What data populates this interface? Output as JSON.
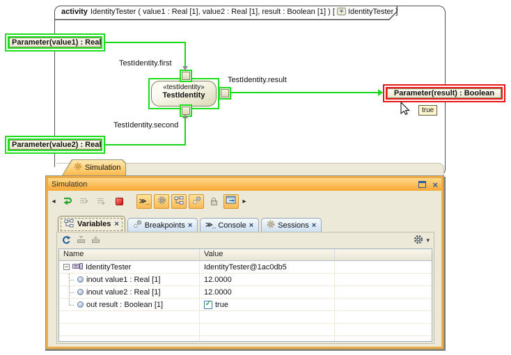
{
  "glyphs": {
    "close": "×",
    "collapse_left": "◂",
    "expand_right": "▸",
    "console": "≫_",
    "minus": "−",
    "check": "✓",
    "dropdown": "▾"
  },
  "diagram": {
    "title_keyword": "activity",
    "title_signature": "IdentityTester ( value1 : Real [1], value2 : Real [1], result : Boolean [1] ) [",
    "title_diagram_name": "IdentityTester ]",
    "param_value1": "Parameter(value1) : Real",
    "param_value2": "Parameter(value2) : Real",
    "param_result": "Parameter(result) : Boolean",
    "action_stereotype": "«testIdentity»",
    "action_name": "TestIdentity",
    "pin_label_first": "TestIdentity.first",
    "pin_label_second": "TestIdentity.second",
    "pin_label_result": "TestIdentity.result",
    "tooltip_text": "true"
  },
  "simulation": {
    "window_tab_label": "Simulation",
    "titlebar_label": "Simulation",
    "tabs": [
      {
        "label": "Variables",
        "icon": "tree-icon",
        "active": true
      },
      {
        "label": "Breakpoints",
        "icon": "breakpoints-icon",
        "active": false
      },
      {
        "label": "Console",
        "icon": "console-icon",
        "active": false
      },
      {
        "label": "Sessions",
        "icon": "gear-icon",
        "active": false
      }
    ],
    "variables": {
      "columns": [
        "Name",
        "Value",
        ""
      ],
      "rows": [
        {
          "name": "IdentityTester",
          "value": "IdentityTester@1ac0db5"
        },
        {
          "name": "inout value1 : Real [1]",
          "value": "12.0000"
        },
        {
          "name": "inout value2 : Real [1]",
          "value": "12.0000"
        },
        {
          "name": "out result : Boolean [1]",
          "value": "true",
          "checked": true
        }
      ]
    }
  },
  "colors": {
    "highlight_green": "#1bdf1b",
    "highlight_red": "#e81717",
    "edge_green": "#17d817",
    "panel_orange": "#f0ac44",
    "tab_amber": "#fbb94e",
    "panel_beige": "#ece9d8"
  }
}
